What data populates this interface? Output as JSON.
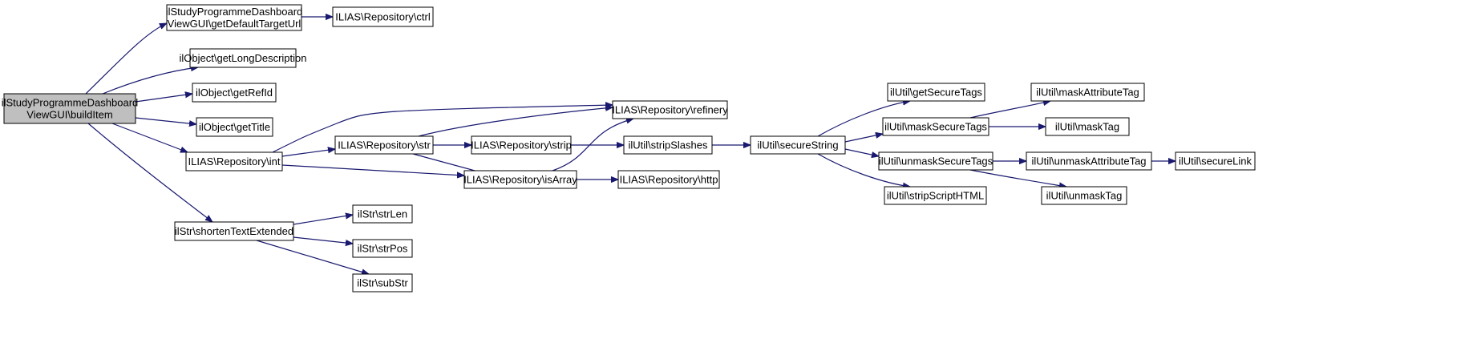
{
  "diagram": {
    "type": "call-graph",
    "edge_color": "#191970",
    "root_fill": "#bfbfbf",
    "nodes": [
      {
        "id": "root",
        "lines": [
          "ilStudyProgrammeDashboard",
          "ViewGUI\\buildItem"
        ],
        "root": true
      },
      {
        "id": "getDefaultTargetUrl",
        "lines": [
          "ilStudyProgrammeDashboard",
          "ViewGUI\\getDefaultTargetUrl"
        ]
      },
      {
        "id": "ctrl",
        "lines": [
          "ILIAS\\Repository\\ctrl"
        ]
      },
      {
        "id": "getLongDescription",
        "lines": [
          "ilObject\\getLongDescription"
        ]
      },
      {
        "id": "getRefId",
        "lines": [
          "ilObject\\getRefId"
        ]
      },
      {
        "id": "getTitle",
        "lines": [
          "ilObject\\getTitle"
        ]
      },
      {
        "id": "int",
        "lines": [
          "ILIAS\\Repository\\int"
        ]
      },
      {
        "id": "shortenTextExtended",
        "lines": [
          "ilStr\\shortenTextExtended"
        ]
      },
      {
        "id": "refinery",
        "lines": [
          "ILIAS\\Repository\\refinery"
        ]
      },
      {
        "id": "str",
        "lines": [
          "ILIAS\\Repository\\str"
        ]
      },
      {
        "id": "isArray",
        "lines": [
          "ILIAS\\Repository\\isArray"
        ]
      },
      {
        "id": "strip",
        "lines": [
          "ILIAS\\Repository\\strip"
        ]
      },
      {
        "id": "stripSlashes",
        "lines": [
          "ilUtil\\stripSlashes"
        ]
      },
      {
        "id": "http",
        "lines": [
          "ILIAS\\Repository\\http"
        ]
      },
      {
        "id": "secureString",
        "lines": [
          "ilUtil\\secureString"
        ]
      },
      {
        "id": "getSecureTags",
        "lines": [
          "ilUtil\\getSecureTags"
        ]
      },
      {
        "id": "maskSecureTags",
        "lines": [
          "ilUtil\\maskSecureTags"
        ]
      },
      {
        "id": "unmaskSecureTags",
        "lines": [
          "ilUtil\\unmaskSecureTags"
        ]
      },
      {
        "id": "stripScriptHTML",
        "lines": [
          "ilUtil\\stripScriptHTML"
        ]
      },
      {
        "id": "maskAttributeTag",
        "lines": [
          "ilUtil\\maskAttributeTag"
        ]
      },
      {
        "id": "maskTag",
        "lines": [
          "ilUtil\\maskTag"
        ]
      },
      {
        "id": "unmaskAttributeTag",
        "lines": [
          "ilUtil\\unmaskAttributeTag"
        ]
      },
      {
        "id": "unmaskTag",
        "lines": [
          "ilUtil\\unmaskTag"
        ]
      },
      {
        "id": "secureLink",
        "lines": [
          "ilUtil\\secureLink"
        ]
      },
      {
        "id": "strLen",
        "lines": [
          "ilStr\\strLen"
        ]
      },
      {
        "id": "strPos",
        "lines": [
          "ilStr\\strPos"
        ]
      },
      {
        "id": "subStr",
        "lines": [
          "ilStr\\subStr"
        ]
      }
    ],
    "edges": [
      {
        "from": "root",
        "to": "getDefaultTargetUrl"
      },
      {
        "from": "root",
        "to": "getLongDescription"
      },
      {
        "from": "root",
        "to": "getRefId"
      },
      {
        "from": "root",
        "to": "getTitle"
      },
      {
        "from": "root",
        "to": "int"
      },
      {
        "from": "root",
        "to": "shortenTextExtended"
      },
      {
        "from": "getDefaultTargetUrl",
        "to": "ctrl"
      },
      {
        "from": "int",
        "to": "refinery"
      },
      {
        "from": "int",
        "to": "str"
      },
      {
        "from": "int",
        "to": "isArray"
      },
      {
        "from": "str",
        "to": "refinery"
      },
      {
        "from": "str",
        "to": "strip"
      },
      {
        "from": "str",
        "to": "isArray"
      },
      {
        "from": "strip",
        "to": "stripSlashes"
      },
      {
        "from": "isArray",
        "to": "refinery"
      },
      {
        "from": "isArray",
        "to": "http"
      },
      {
        "from": "stripSlashes",
        "to": "secureString"
      },
      {
        "from": "secureString",
        "to": "getSecureTags"
      },
      {
        "from": "secureString",
        "to": "maskSecureTags"
      },
      {
        "from": "secureString",
        "to": "unmaskSecureTags"
      },
      {
        "from": "secureString",
        "to": "stripScriptHTML"
      },
      {
        "from": "maskSecureTags",
        "to": "maskAttributeTag"
      },
      {
        "from": "maskSecureTags",
        "to": "maskTag"
      },
      {
        "from": "unmaskSecureTags",
        "to": "unmaskAttributeTag"
      },
      {
        "from": "unmaskSecureTags",
        "to": "unmaskTag"
      },
      {
        "from": "unmaskAttributeTag",
        "to": "secureLink"
      },
      {
        "from": "shortenTextExtended",
        "to": "strLen"
      },
      {
        "from": "shortenTextExtended",
        "to": "strPos"
      },
      {
        "from": "shortenTextExtended",
        "to": "subStr"
      }
    ]
  }
}
